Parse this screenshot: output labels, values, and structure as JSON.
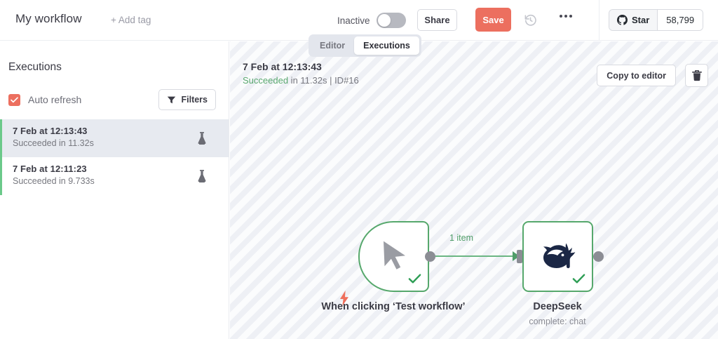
{
  "header": {
    "workflow_title": "My workflow",
    "add_tag_label": "+ Add tag",
    "activation_label": "Inactive",
    "share_label": "Share",
    "save_label": "Save",
    "history_icon": "history-undo-icon",
    "more_icon": "more-options-icon",
    "github": {
      "icon": "github-mark-icon",
      "star_label": "Star",
      "star_count": "58,799"
    }
  },
  "tab_switch": {
    "tabs": [
      {
        "label": "Editor",
        "active": false
      },
      {
        "label": "Executions",
        "active": true
      }
    ]
  },
  "sidebar": {
    "title": "Executions",
    "auto_refresh": {
      "label": "Auto refresh",
      "checked": true,
      "checkbox_color": "#ec6f5f"
    },
    "filters_button": {
      "label": "Filters",
      "icon": "filter-funnel-icon"
    },
    "executions": [
      {
        "datetime": "7 Feb at 12:13:43",
        "status_text": "Succeeded in 11.32s",
        "status_color": "#6bc98a",
        "selected": true,
        "icon": "flask-test-icon"
      },
      {
        "datetime": "7 Feb at 12:11:23",
        "status_text": "Succeeded in 9.733s",
        "status_color": "#6bc98a",
        "selected": false,
        "icon": "flask-test-icon"
      }
    ]
  },
  "execution_header": {
    "datetime": "7 Feb at 12:13:43",
    "status_word": "Succeeded",
    "status_detail": " in 11.32s | ID#16",
    "status_color": "#5aa86f",
    "copy_button": "Copy to editor",
    "delete_icon": "trash-icon"
  },
  "canvas": {
    "nodes": [
      {
        "id": "trigger",
        "label": "When clicking ‘Test workflow’",
        "subtitle": "",
        "icon": "mouse-cursor-icon",
        "badge_icon": "lightning-bolt-icon",
        "status_icon": "check-success-icon",
        "border_color": "#56a86c"
      },
      {
        "id": "deepseek",
        "label": "DeepSeek",
        "subtitle": "complete: chat",
        "icon": "deepseek-whale-icon",
        "status_icon": "check-success-icon",
        "border_color": "#56a86c"
      }
    ],
    "connection": {
      "label": "1 item",
      "color": "#4f9d68"
    }
  }
}
